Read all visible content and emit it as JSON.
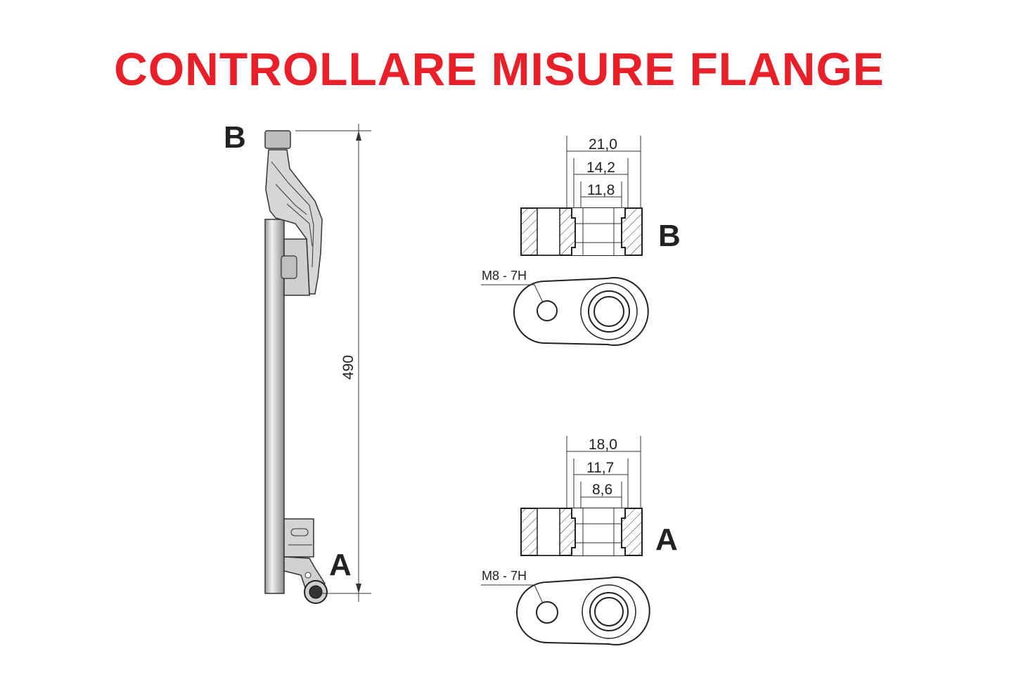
{
  "title": "CONTROLLARE MISURE FLANGE",
  "colors": {
    "title": "#e8202a",
    "line": "#222222",
    "part": "#d8d8d8"
  },
  "rod": {
    "label_top": "B",
    "label_bottom": "A",
    "length": "490"
  },
  "flange_b": {
    "label": "B",
    "dims": [
      "21,0",
      "14,2",
      "11,8"
    ],
    "thread": "M8 - 7H"
  },
  "flange_a": {
    "label": "A",
    "dims": [
      "18,0",
      "11,7",
      "8,6"
    ],
    "thread": "M8 - 7H"
  }
}
